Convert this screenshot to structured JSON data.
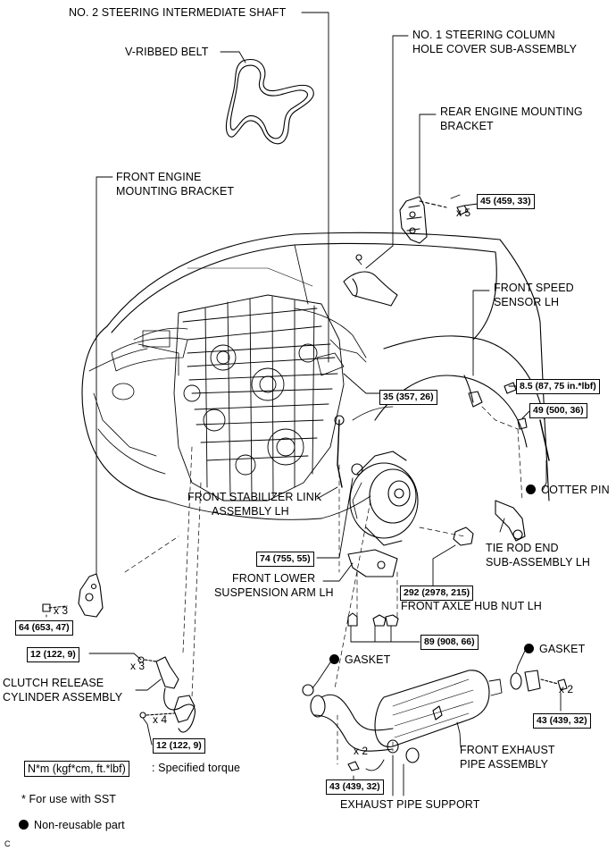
{
  "labels": {
    "steering_intermediate_shaft": "NO. 2 STEERING INTERMEDIATE SHAFT",
    "v_ribbed_belt": "V-RIBBED BELT",
    "column_hole_cover_1": "NO. 1 STEERING COLUMN",
    "column_hole_cover_2": "HOLE COVER SUB-ASSEMBLY",
    "rear_mounting_1": "REAR ENGINE MOUNTING",
    "rear_mounting_2": "BRACKET",
    "front_mounting_1": "FRONT ENGINE",
    "front_mounting_2": "MOUNTING BRACKET",
    "front_speed_1": "FRONT SPEED",
    "front_speed_2": "SENSOR LH",
    "cotter_pin": "COTTER PIN",
    "stabilizer_1": "FRONT STABILIZER LINK",
    "stabilizer_2": "ASSEMBLY LH",
    "tie_rod_1": "TIE ROD END",
    "tie_rod_2": "SUB-ASSEMBLY LH",
    "lower_arm_1": "FRONT LOWER",
    "lower_arm_2": "SUSPENSION ARM LH",
    "hub_nut": "FRONT AXLE HUB NUT LH",
    "clutch_1": "CLUTCH RELEASE",
    "clutch_2": "CYLINDER ASSEMBLY",
    "gasket_left": "GASKET",
    "gasket_right": "GASKET",
    "front_exhaust_1": "FRONT EXHAUST",
    "front_exhaust_2": "PIPE ASSEMBLY",
    "exhaust_support": "EXHAUST PIPE SUPPORT"
  },
  "torques": {
    "t_45": "45 (459, 33)",
    "t_35": "35 (357, 26)",
    "t_85": "8.5 (87, 75 in.*lbf)",
    "t_49": "49 (500, 36)",
    "t_74": "74 (755, 55)",
    "t_292": "292 (2978, 215)",
    "t_89": "89 (908, 66)",
    "t_64": "64 (653, 47)",
    "t_12a": "12 (122, 9)",
    "t_12b": "12 (122, 9)",
    "t_43r": "43 (439, 32)",
    "t_43l": "43 (439, 32)"
  },
  "quantities": {
    "x5": "x 5",
    "x3a": "x 3",
    "x3b": "x 3",
    "x4": "x 4",
    "x2r": "x 2",
    "x2l": "x 2"
  },
  "legend": {
    "torque_unit": "N*m (kgf*cm, ft.*lbf)",
    "torque_desc": ": Specified torque",
    "sst_note": "* For use with SST",
    "non_reusable": "Non-reusable part",
    "corner_code": "C"
  }
}
